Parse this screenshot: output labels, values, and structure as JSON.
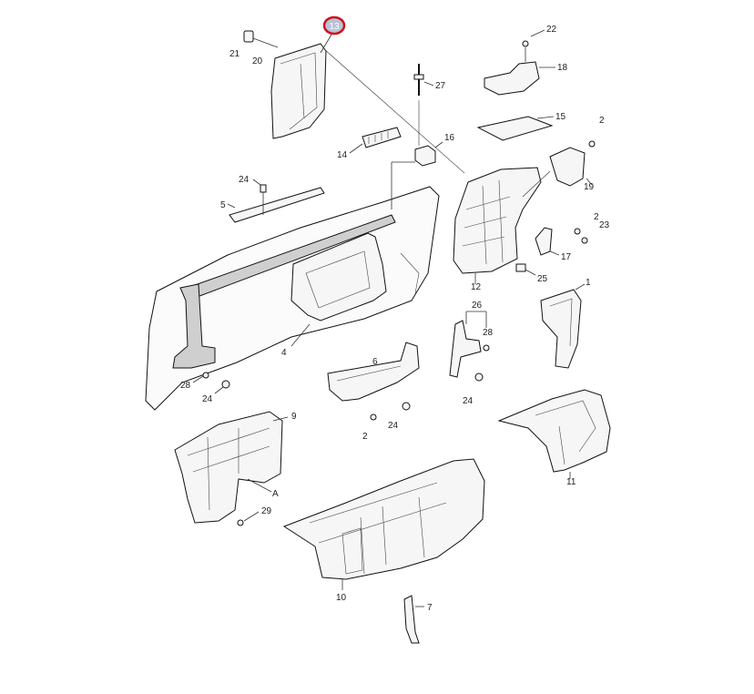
{
  "highlight": {
    "label": "13",
    "ring_color": "#d0101a",
    "fill_color": "#b9c3d6"
  },
  "callouts": [
    "21",
    "20",
    "22",
    "18",
    "27",
    "15",
    "2",
    "16",
    "14",
    "19",
    "24",
    "5",
    "23",
    "2",
    "17",
    "12",
    "25",
    "1",
    "26",
    "28",
    "4",
    "28",
    "24",
    "6",
    "24",
    "24",
    "2",
    "9",
    "11",
    "A",
    "29",
    "10",
    "7"
  ]
}
